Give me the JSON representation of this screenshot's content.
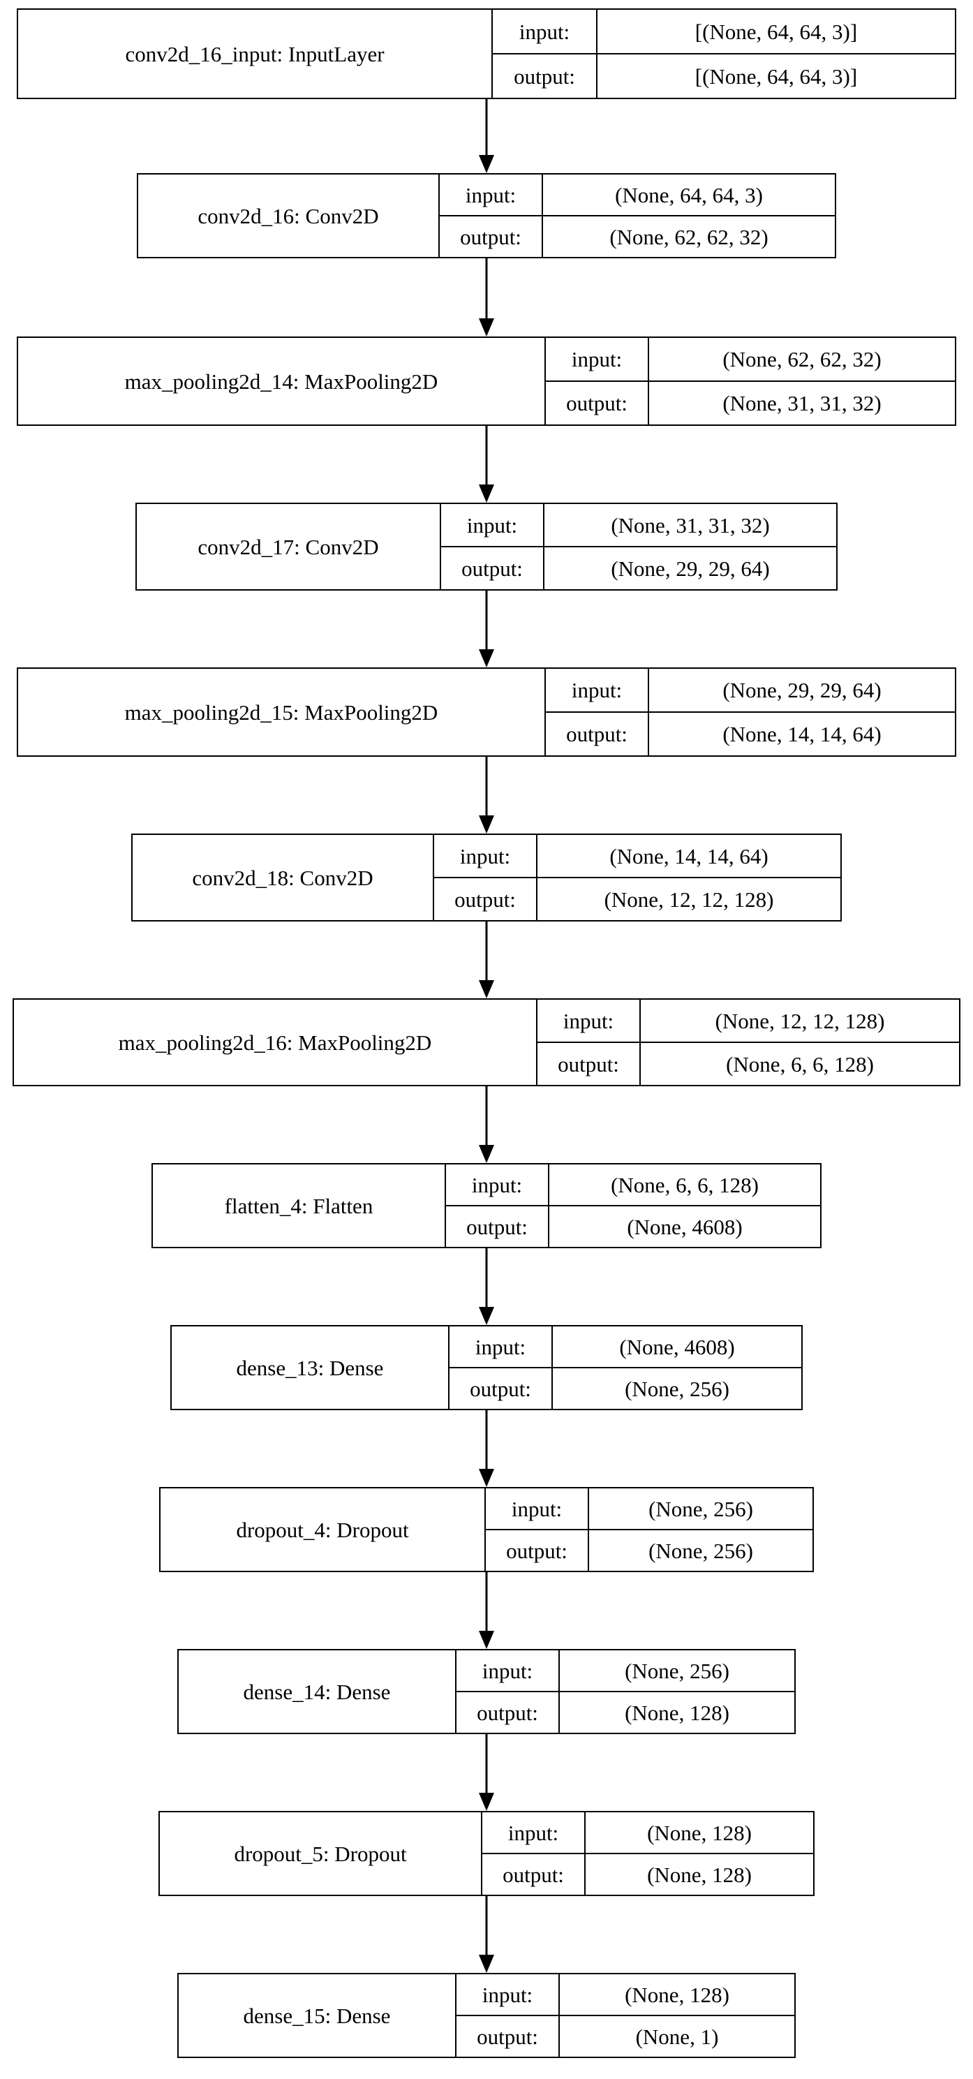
{
  "diagram": {
    "title": "Keras model architecture plot",
    "type": "layer-flowchart",
    "orientation": "top-to-bottom",
    "background_color": "#ffffff",
    "line_color": "#000000",
    "text_color": "#000000",
    "io_labels": {
      "input": "input:",
      "output": "output:"
    },
    "layers": [
      {
        "id": "conv2d_16_input",
        "name": "conv2d_16_input: InputLayer",
        "input_shape": "[(None, 64, 64, 3)]",
        "output_shape": "[(None, 64, 64, 3)]"
      },
      {
        "id": "conv2d_16",
        "name": "conv2d_16: Conv2D",
        "input_shape": "(None, 64, 64, 3)",
        "output_shape": "(None, 62, 62, 32)"
      },
      {
        "id": "max_pooling2d_14",
        "name": "max_pooling2d_14: MaxPooling2D",
        "input_shape": "(None, 62, 62, 32)",
        "output_shape": "(None, 31, 31, 32)"
      },
      {
        "id": "conv2d_17",
        "name": "conv2d_17: Conv2D",
        "input_shape": "(None, 31, 31, 32)",
        "output_shape": "(None, 29, 29, 64)"
      },
      {
        "id": "max_pooling2d_15",
        "name": "max_pooling2d_15: MaxPooling2D",
        "input_shape": "(None, 29, 29, 64)",
        "output_shape": "(None, 14, 14, 64)"
      },
      {
        "id": "conv2d_18",
        "name": "conv2d_18: Conv2D",
        "input_shape": "(None, 14, 14, 64)",
        "output_shape": "(None, 12, 12, 128)"
      },
      {
        "id": "max_pooling2d_16",
        "name": "max_pooling2d_16: MaxPooling2D",
        "input_shape": "(None, 12, 12, 128)",
        "output_shape": "(None, 6, 6, 128)"
      },
      {
        "id": "flatten_4",
        "name": "flatten_4: Flatten",
        "input_shape": "(None, 6, 6, 128)",
        "output_shape": "(None, 4608)"
      },
      {
        "id": "dense_13",
        "name": "dense_13: Dense",
        "input_shape": "(None, 4608)",
        "output_shape": "(None, 256)"
      },
      {
        "id": "dropout_4",
        "name": "dropout_4: Dropout",
        "input_shape": "(None, 256)",
        "output_shape": "(None, 256)"
      },
      {
        "id": "dense_14",
        "name": "dense_14: Dense",
        "input_shape": "(None, 256)",
        "output_shape": "(None, 128)"
      },
      {
        "id": "dropout_5",
        "name": "dropout_5: Dropout",
        "input_shape": "(None, 128)",
        "output_shape": "(None, 128)"
      },
      {
        "id": "dense_15",
        "name": "dense_15: Dense",
        "input_shape": "(None, 128)",
        "output_shape": "(None, 1)"
      }
    ]
  }
}
